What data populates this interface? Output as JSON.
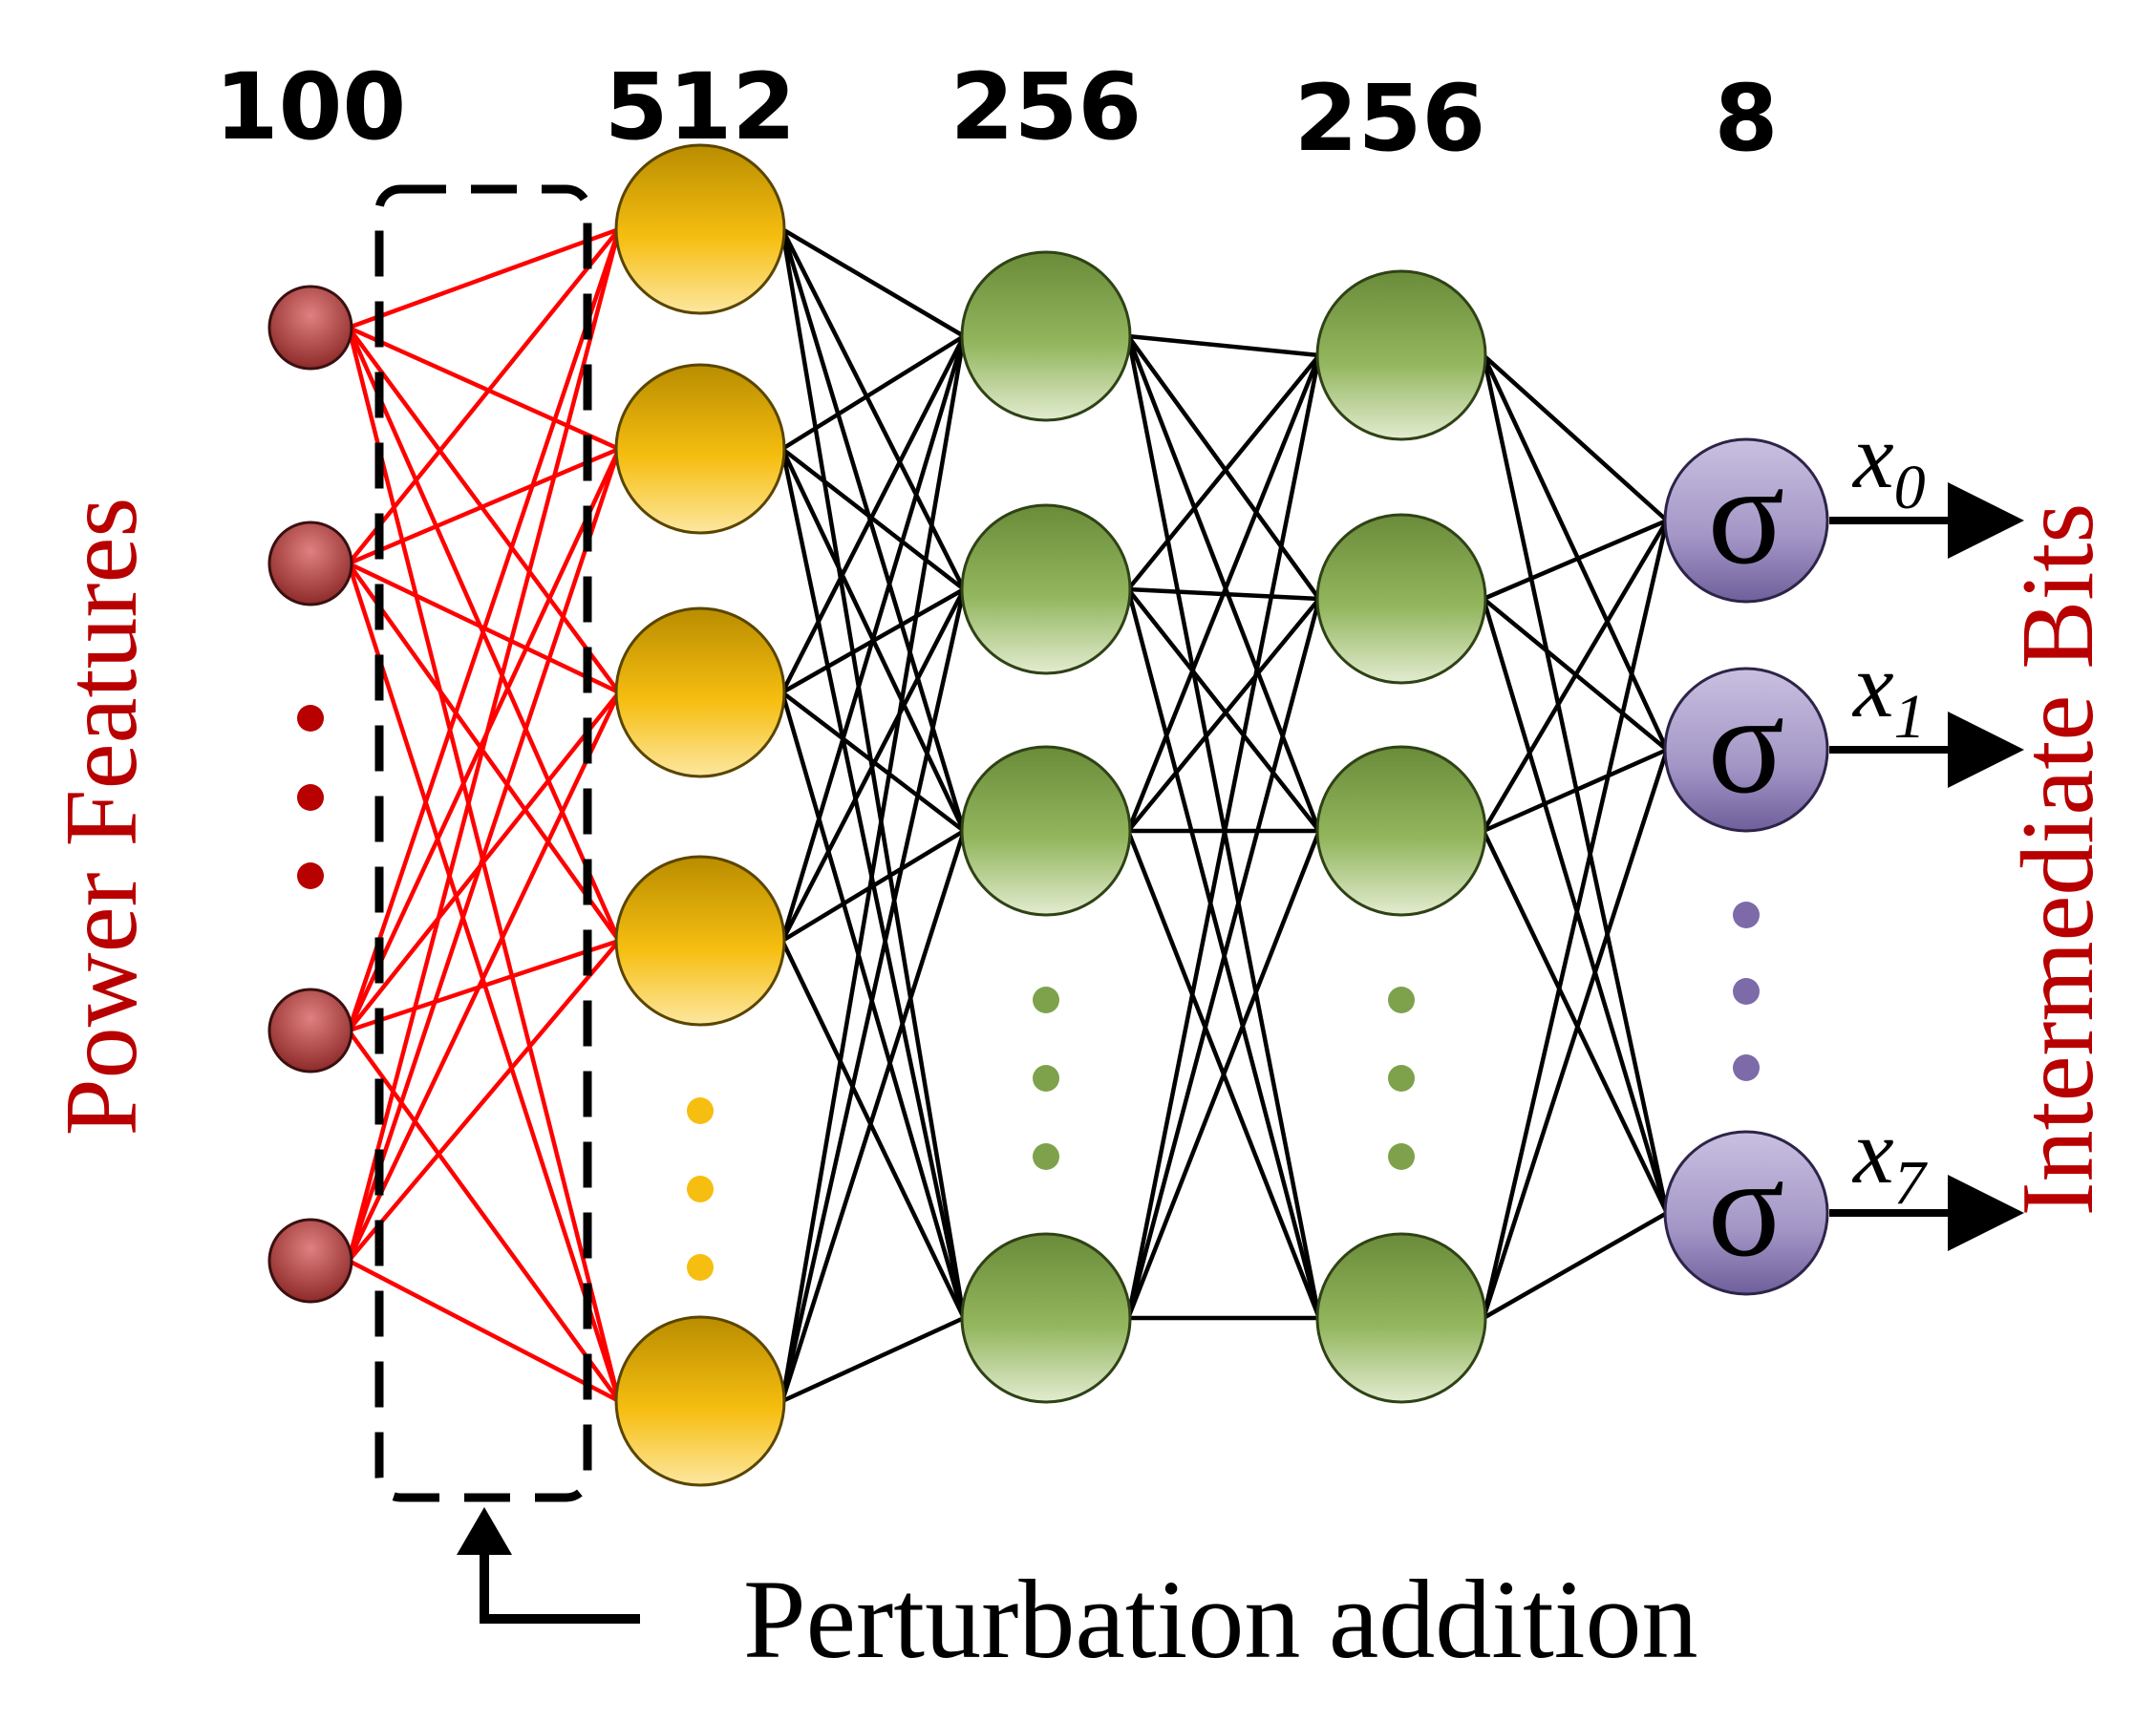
{
  "layers": [
    {
      "id": "input",
      "count_label": "100",
      "nodes": 4
    },
    {
      "id": "hidden-1",
      "count_label": "512",
      "nodes": 5
    },
    {
      "id": "hidden-2",
      "count_label": "256",
      "nodes": 4
    },
    {
      "id": "hidden-3",
      "count_label": "256",
      "nodes": 4
    },
    {
      "id": "output",
      "count_label": "8",
      "nodes": 3
    }
  ],
  "input_label": "Power Features",
  "output_label": "Intermediate Bits",
  "perturbation_caption": "Perturbation addition",
  "activation_symbol": "σ",
  "outputs": [
    {
      "var": "x",
      "sub": "0"
    },
    {
      "var": "x",
      "sub": "1"
    },
    {
      "var": "x",
      "sub": "7"
    }
  ],
  "colors": {
    "input_node": "#a83232",
    "input_edge": "#ff0000",
    "hidden1_node": "#f2b600",
    "hidden_node": "#7ea24c",
    "output_node": "#8b7bb0",
    "edge": "#000000",
    "input_label": "#b80000"
  }
}
